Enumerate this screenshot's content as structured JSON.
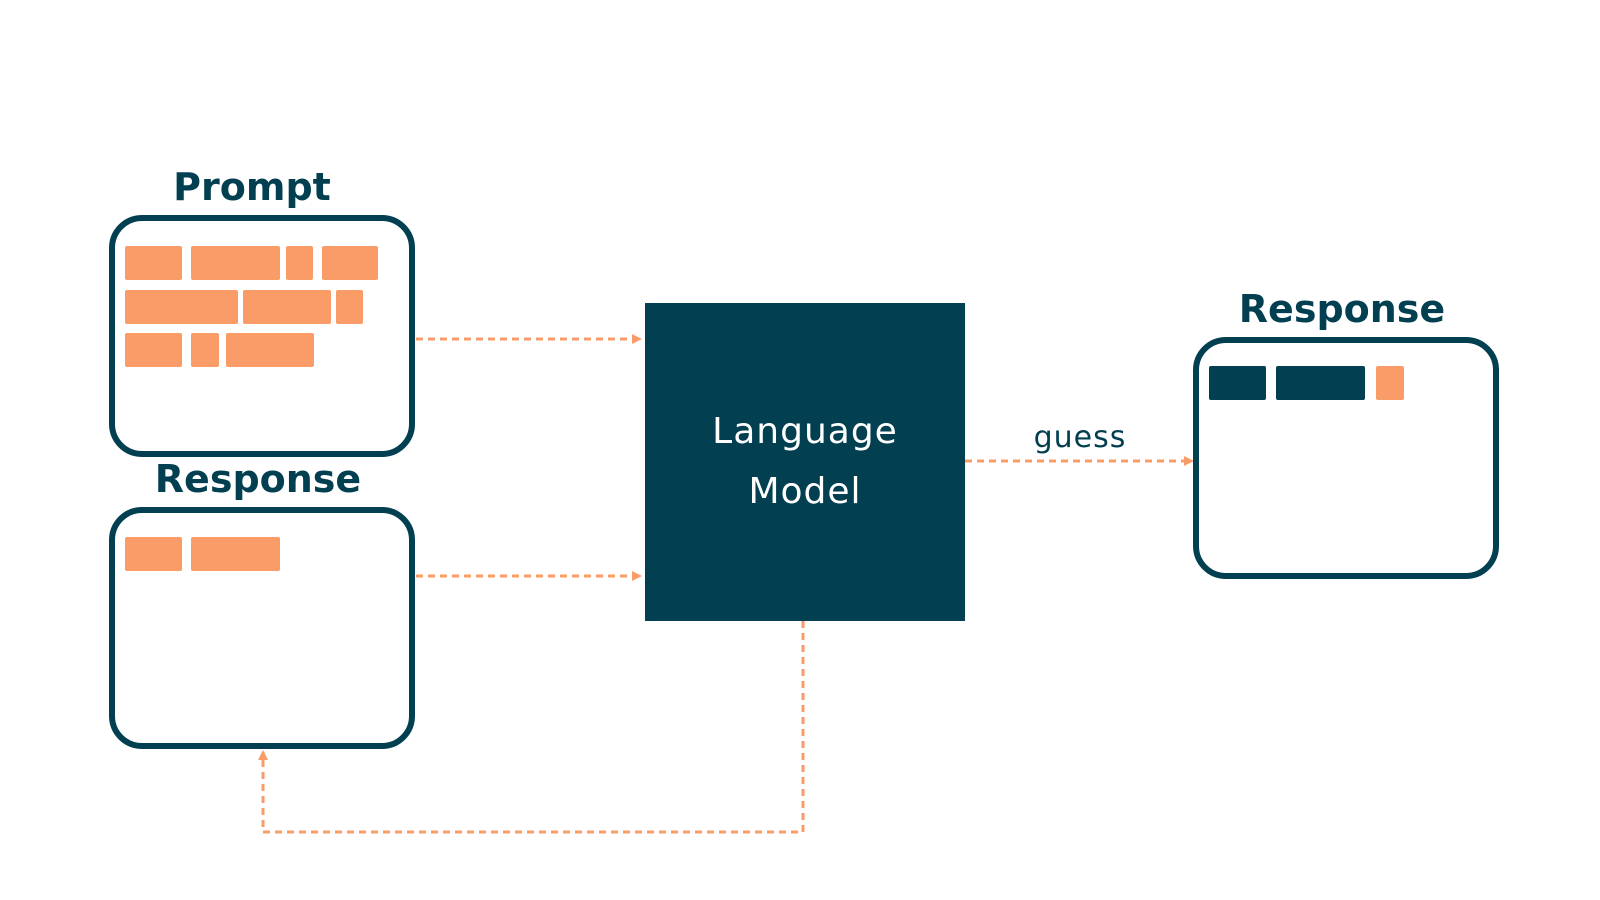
{
  "diagram": {
    "prompt_heading": "Prompt",
    "response_input_heading": "Response",
    "model_label_line1": "Language",
    "model_label_line2": "Model",
    "guess_label": "guess",
    "response_output_heading": "Response"
  },
  "colors": {
    "navy": "#023f51",
    "orange": "#f99c68",
    "background": "#ffffff"
  }
}
